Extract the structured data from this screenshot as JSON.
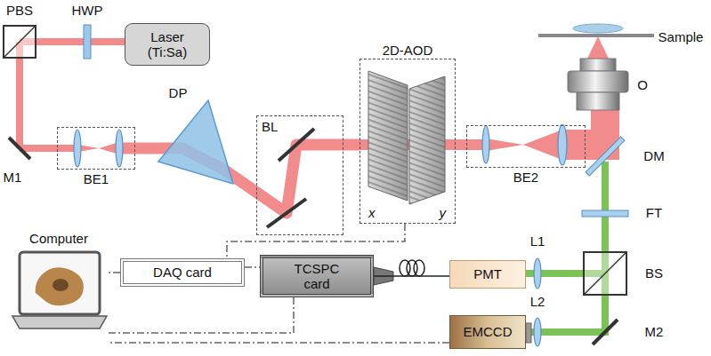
{
  "diagram": {
    "nodes": [
      {
        "text": [
          "Laser (Ti:Sa)"
        ]
      },
      {
        "text": [
          "BE1"
        ]
      },
      {
        "text": [
          "BL"
        ]
      },
      {
        "text": [
          "2D-AOD",
          "x",
          "y"
        ]
      },
      {
        "text": [
          "BE2"
        ]
      },
      {
        "text": [
          "Computer"
        ]
      },
      {
        "text": [
          "DAQ card"
        ]
      },
      {
        "text": [
          "TCSPC card"
        ]
      },
      {
        "text": [
          "PMT"
        ]
      },
      {
        "text": [
          "EMCCD"
        ]
      }
    ],
    "edges": [
      {
        "from": 3,
        "to": 6,
        "arrow": "none"
      },
      {
        "from": 6,
        "to": 7,
        "arrow": "none"
      },
      {
        "from": 7,
        "to": 8,
        "arrow": "none"
      },
      {
        "from": 6,
        "to": 5,
        "arrow": "none"
      },
      {
        "from": 7,
        "to": 5,
        "arrow": "none"
      },
      {
        "from": 9,
        "to": 5,
        "arrow": "none"
      }
    ],
    "labels": [
      "PBS",
      "HWP",
      "Sample",
      "M1",
      "DP",
      "O",
      "DM",
      "FT",
      "L1",
      "BS",
      "L2",
      "M2"
    ]
  }
}
